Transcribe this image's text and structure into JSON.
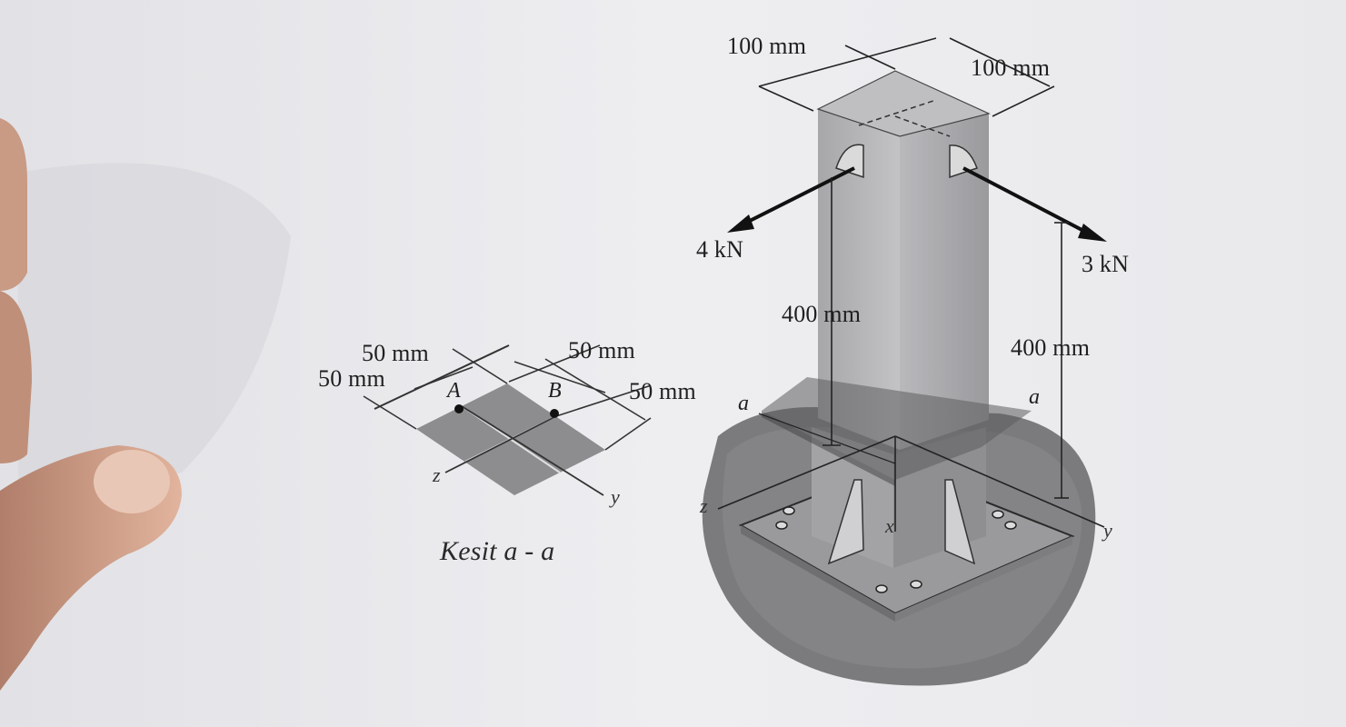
{
  "figure": {
    "dims": {
      "top_width_left": "100 mm",
      "top_width_right": "100 mm",
      "height_left": "400 mm",
      "height_right": "400 mm"
    },
    "forces": {
      "left": "4 kN",
      "right": "3 kN"
    },
    "section_marks": {
      "left": "a",
      "right": "a"
    },
    "axes": {
      "z": "z",
      "y": "y",
      "x": "x"
    }
  },
  "section": {
    "dims": {
      "d1": "50 mm",
      "d2": "50 mm",
      "d3": "50 mm",
      "d4": "50 mm"
    },
    "points": {
      "a": "A",
      "b": "B"
    },
    "axes": {
      "z": "z",
      "y": "y"
    },
    "caption": "Kesit a - a"
  },
  "colors": {
    "paper": "#ecebee",
    "ground": "#7a7a7c",
    "column_front": "#b6b6b8",
    "column_side": "#9c9c9e",
    "plate": "#9a9a9c",
    "section_fill": "#8d8d8f",
    "skin": "#d7a890"
  }
}
